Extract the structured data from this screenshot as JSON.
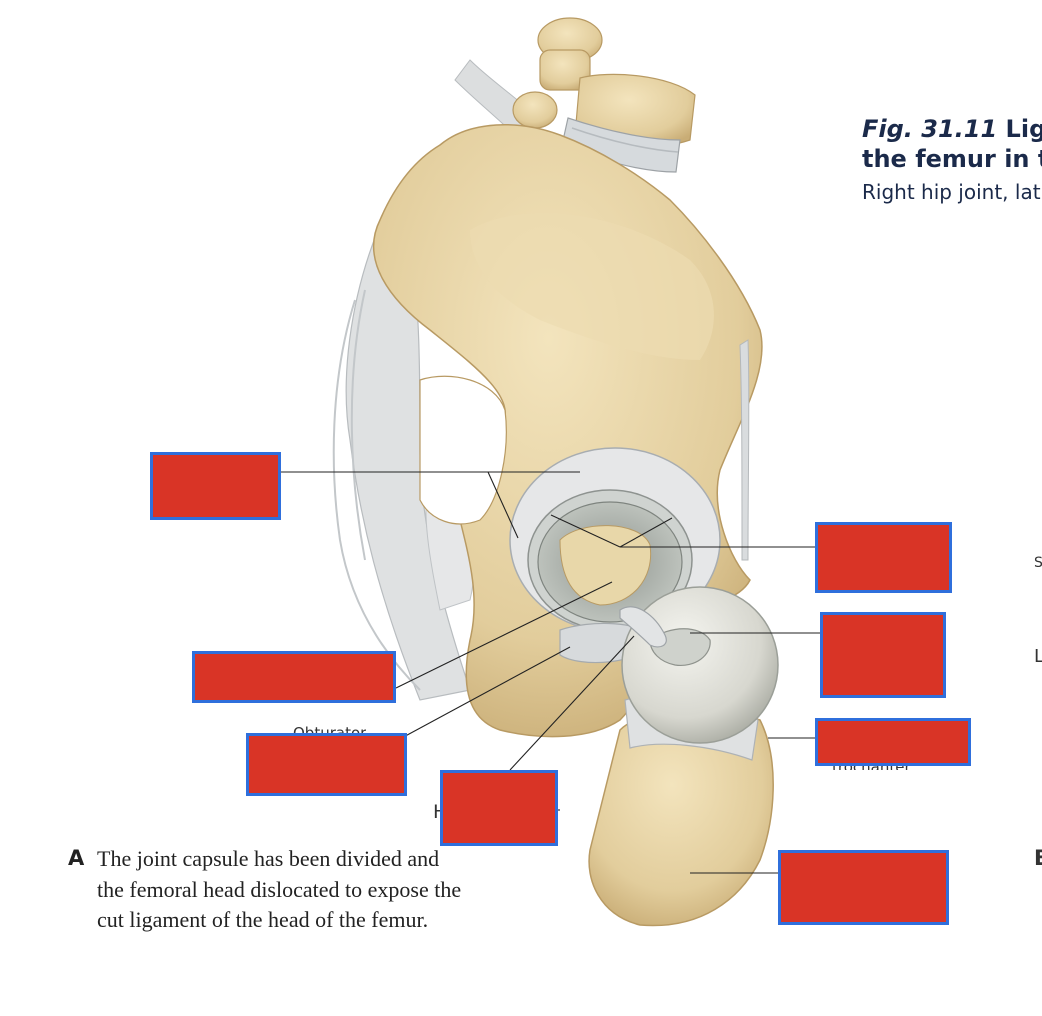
{
  "figure": {
    "number": "Fig. 31.11",
    "title_line1": "Liga",
    "title_line2": "the femur in th",
    "subtitle": "Right hip joint, lat"
  },
  "caption": {
    "letter": "A",
    "text": "The joint capsule has been divided and the femoral head dislocated to expose the cut ligament of the head of the femur."
  },
  "partial_labels": {
    "obturator": "Obturator",
    "trochanter": "trochanter",
    "edge_s": "S",
    "edge_l": "L",
    "edge_b": "B",
    "h": "H"
  },
  "colors": {
    "box_fill": "#d93426",
    "box_border": "#2f6fdc",
    "bone": "#e3cf9f",
    "ligament": "#dcdedf",
    "leader": "#222222"
  },
  "label_boxes": [
    "acetabular-labrum-box",
    "lunate-surface-box",
    "acetabular-fossa-box",
    "ligament-head-femur-cut-box",
    "obturator-membrane-box",
    "femoral-head-box",
    "greater-trochanter-box",
    "femur-shaft-box"
  ]
}
